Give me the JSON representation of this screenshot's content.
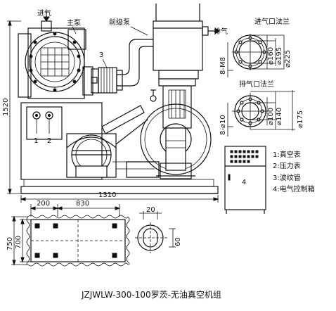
{
  "labels": {
    "inlet": "进气",
    "main_pump": "主泵",
    "pre_pump": "前级泵",
    "exhaust": "排气",
    "item_3": "3",
    "item_1": "1",
    "item_2": "2",
    "item_4": "4",
    "inlet_flange": "进气口法兰",
    "exhaust_flange": "排气口法兰"
  },
  "dimensions": {
    "height_1520": "1520",
    "width_1310": "1310",
    "dim_200": "200",
    "dim_830": "830",
    "dim_20": "20",
    "dim_60": "60",
    "dim_750": "750",
    "dim_700": "700",
    "inlet_bolts": "8-M8",
    "inlet_d1": "⌀160",
    "inlet_d2": "⌀195",
    "inlet_d3": "⌀225",
    "exhaust_bolts": "8-⌀10",
    "exhaust_d1": "⌀100",
    "exhaust_d2": "⌀140",
    "exhaust_d3": "⌀175"
  },
  "legend": [
    "1:真空表",
    "2:压力表",
    "3:波纹管",
    "4:电气控制箱"
  ],
  "caption": "JZJWLW-300-100罗茨-无油真空机组"
}
